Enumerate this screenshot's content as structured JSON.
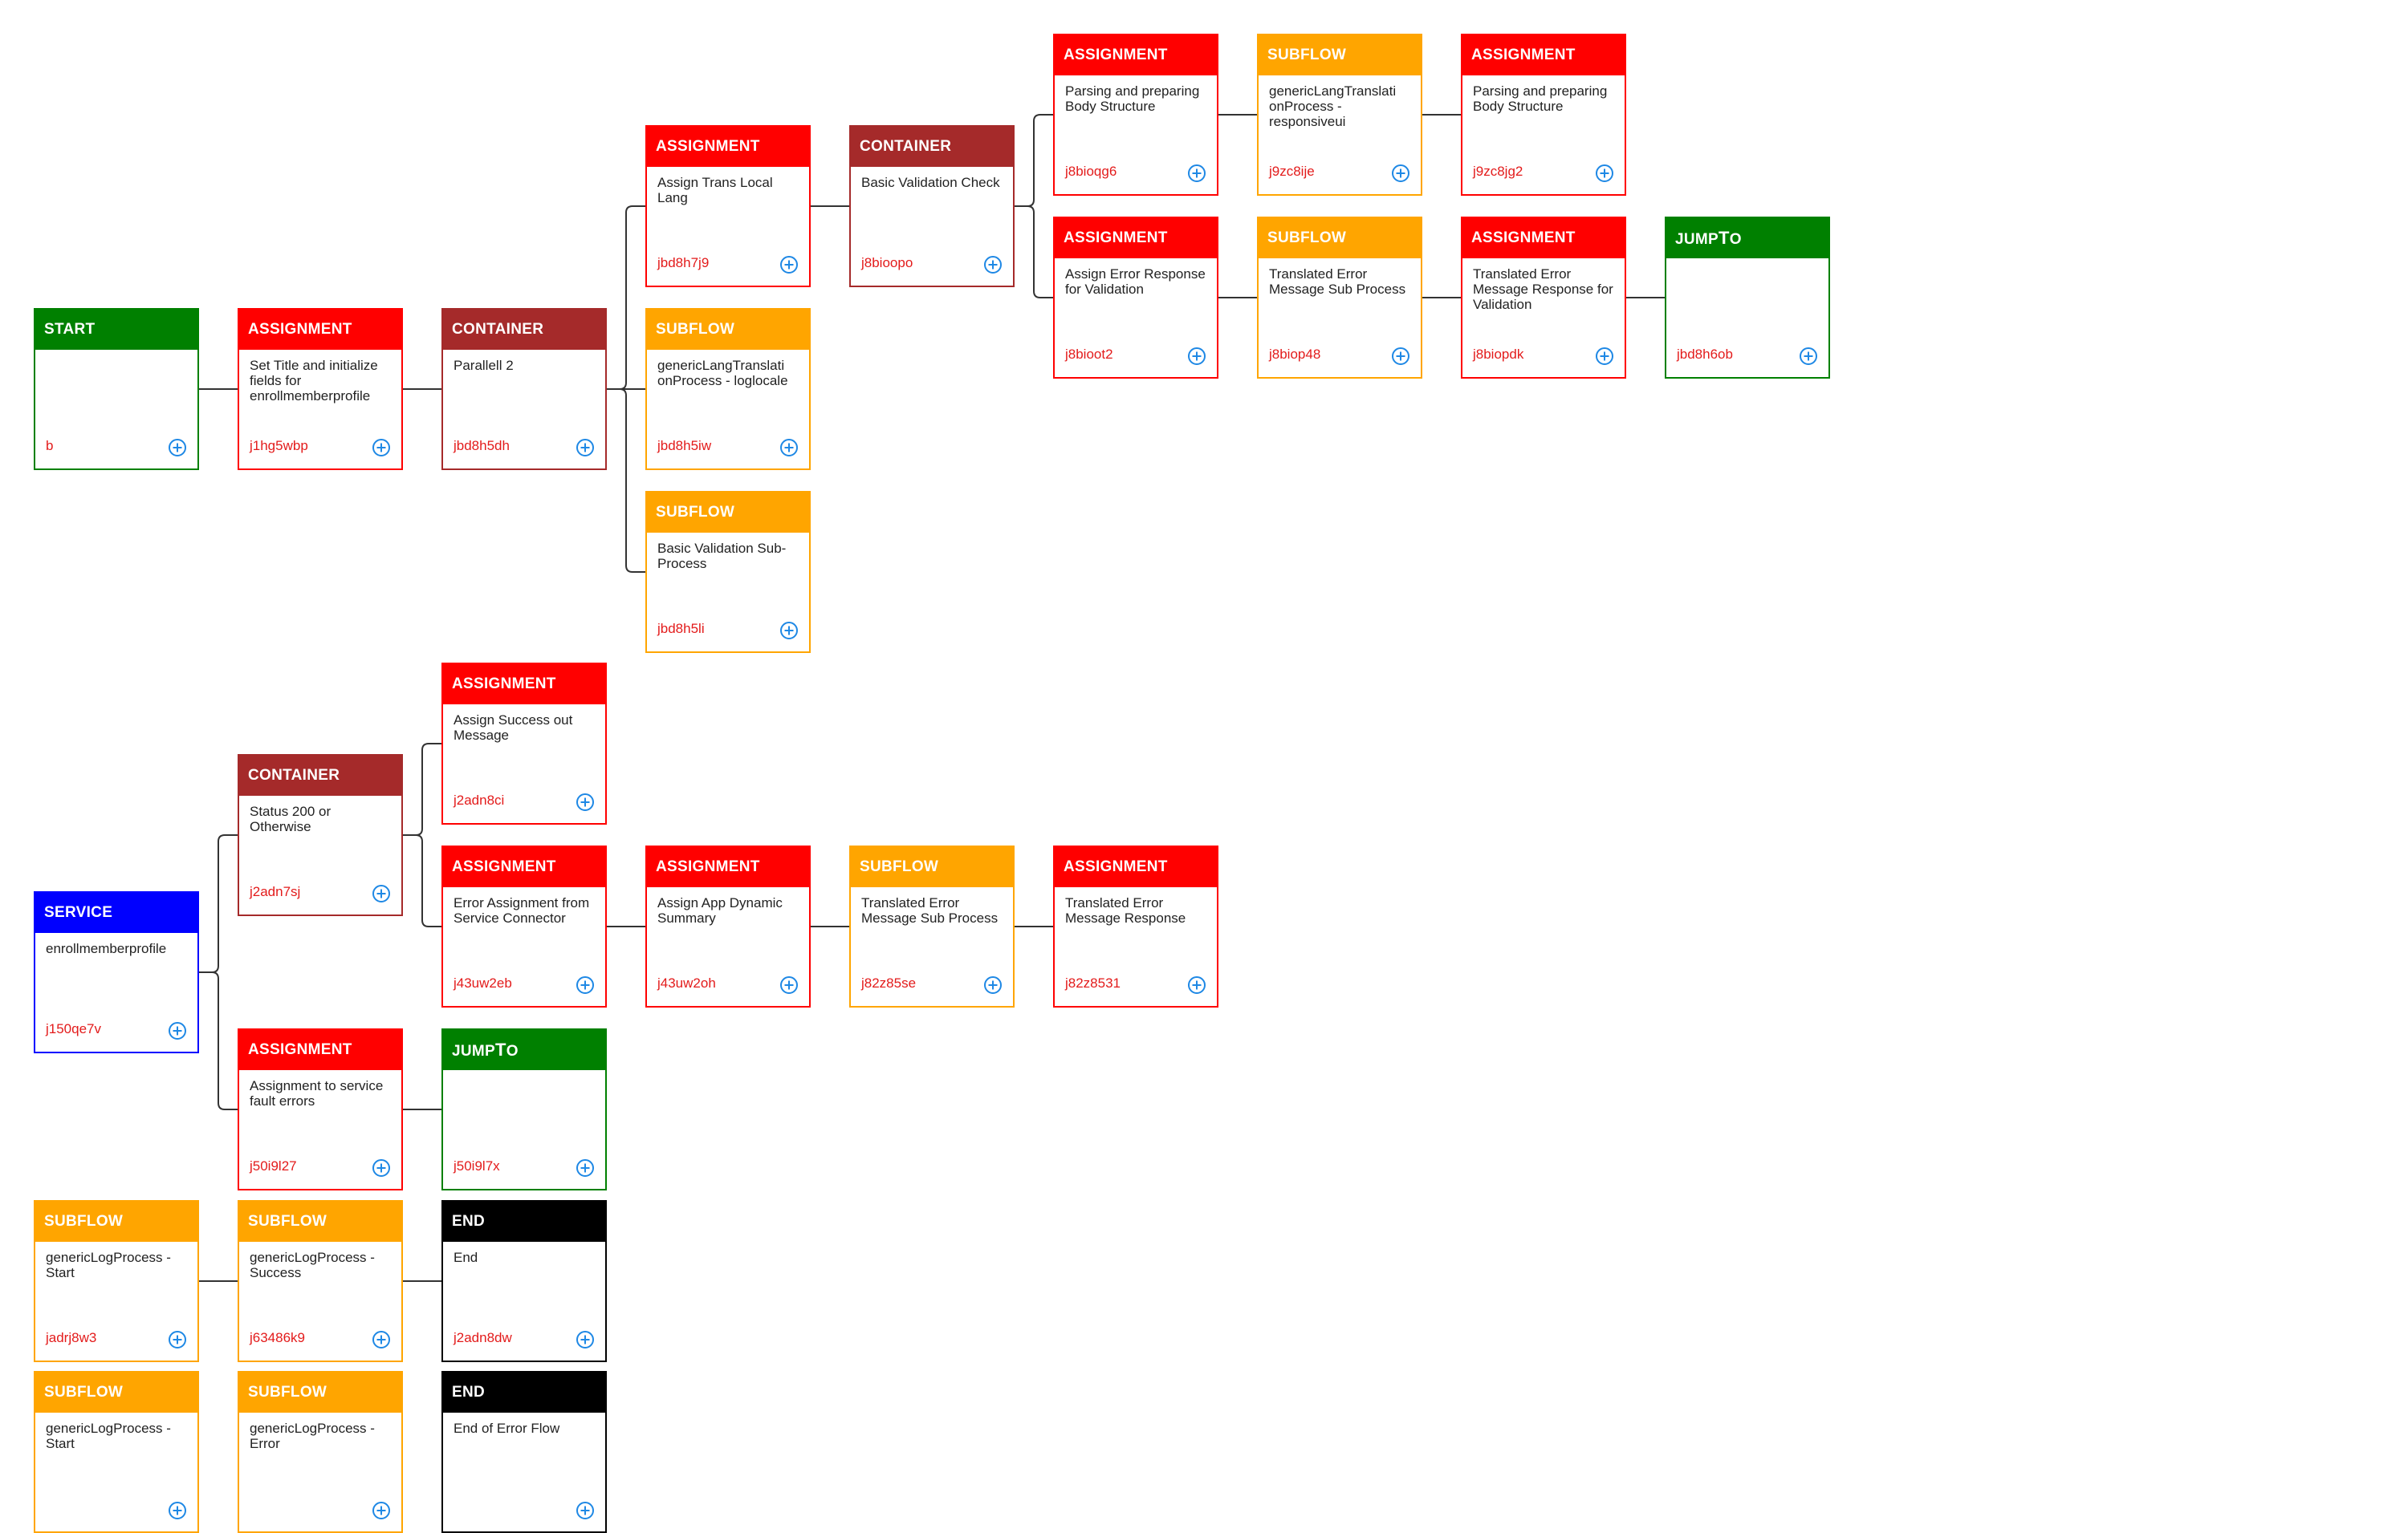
{
  "colors": {
    "assignment": "#ff0000",
    "container": "#a52a2a",
    "subflow": "#ffa500",
    "start": "#008000",
    "jumpto": "#008000",
    "service": "#0000ff",
    "end": "#000000",
    "node_id": "#e31b1b",
    "add_icon": "#1e88e5",
    "connector": "#333333"
  },
  "icons": {
    "add": "plus-circle-icon"
  },
  "nodes": [
    {
      "key": "n_start",
      "type": "start",
      "header": "START",
      "label": "",
      "id": "b"
    },
    {
      "key": "n_j1hg5wbp",
      "type": "assignment",
      "header": "ASSIGNMENT",
      "label": "Set Title and initialize fields for enrollmemberprofile",
      "id": "j1hg5wbp"
    },
    {
      "key": "n_jbd8h5dh",
      "type": "container",
      "header": "CONTAINER",
      "label": "Parallell 2",
      "id": "jbd8h5dh"
    },
    {
      "key": "n_jbd8h7j9",
      "type": "assignment",
      "header": "ASSIGNMENT",
      "label": "Assign Trans Local Lang",
      "id": "jbd8h7j9"
    },
    {
      "key": "n_jbd8h5iw",
      "type": "subflow",
      "header": "SUBFLOW",
      "label": "genericLangTranslati onProcess - loglocale",
      "id": "jbd8h5iw"
    },
    {
      "key": "n_jbd8h5li",
      "type": "subflow",
      "header": "SUBFLOW",
      "label": "Basic Validation Sub-Process",
      "id": "jbd8h5li"
    },
    {
      "key": "n_j8bioopo",
      "type": "container",
      "header": "CONTAINER",
      "label": "Basic Validation Check",
      "id": "j8bioopo"
    },
    {
      "key": "n_j8bioqg6",
      "type": "assignment",
      "header": "ASSIGNMENT",
      "label": "Parsing and preparing Body Structure",
      "id": "j8bioqg6"
    },
    {
      "key": "n_j9zc8ije",
      "type": "subflow",
      "header": "SUBFLOW",
      "label": "genericLangTranslati onProcess - responsiveui",
      "id": "j9zc8ije"
    },
    {
      "key": "n_j9zc8jg2",
      "type": "assignment",
      "header": "ASSIGNMENT",
      "label": "Parsing and preparing Body Structure",
      "id": "j9zc8jg2"
    },
    {
      "key": "n_j8bioot2",
      "type": "assignment",
      "header": "ASSIGNMENT",
      "label": "Assign Error Response for Validation",
      "id": "j8bioot2"
    },
    {
      "key": "n_j8biop48",
      "type": "subflow",
      "header": "SUBFLOW",
      "label": "Translated Error Message Sub Process",
      "id": "j8biop48"
    },
    {
      "key": "n_j8biopdk",
      "type": "assignment",
      "header": "ASSIGNMENT",
      "label": "Translated Error Message Response for Validation",
      "id": "j8biopdk"
    },
    {
      "key": "n_jbd8h6ob",
      "type": "jumpto",
      "header": "JUMPTO",
      "label": "",
      "id": "jbd8h6ob"
    },
    {
      "key": "n_j2adn8ci",
      "type": "assignment",
      "header": "ASSIGNMENT",
      "label": "Assign Success out Message",
      "id": "j2adn8ci"
    },
    {
      "key": "n_j2adn7sj",
      "type": "container",
      "header": "CONTAINER",
      "label": "Status 200 or Otherwise",
      "id": "j2adn7sj"
    },
    {
      "key": "n_j150qe7v",
      "type": "service",
      "header": "SERVICE",
      "label": "enrollmemberprofile",
      "id": "j150qe7v"
    },
    {
      "key": "n_j43uw2eb",
      "type": "assignment",
      "header": "ASSIGNMENT",
      "label": "Error Assignment from Service Connector",
      "id": "j43uw2eb"
    },
    {
      "key": "n_j43uw2oh",
      "type": "assignment",
      "header": "ASSIGNMENT",
      "label": "Assign App Dynamic Summary",
      "id": "j43uw2oh"
    },
    {
      "key": "n_j82z85se",
      "type": "subflow",
      "header": "SUBFLOW",
      "label": "Translated Error Message Sub Process",
      "id": "j82z85se"
    },
    {
      "key": "n_j82z8531",
      "type": "assignment",
      "header": "ASSIGNMENT",
      "label": "Translated Error Message Response",
      "id": "j82z8531"
    },
    {
      "key": "n_j50i9l27",
      "type": "assignment",
      "header": "ASSIGNMENT",
      "label": "Assignment to service fault errors",
      "id": "j50i9l27"
    },
    {
      "key": "n_j50i9l7x",
      "type": "jumpto",
      "header": "JUMPTO",
      "label": "",
      "id": "j50i9l7x"
    },
    {
      "key": "n_jadrj8w3",
      "type": "subflow",
      "header": "SUBFLOW",
      "label": "genericLogProcess - Start",
      "id": "jadrj8w3"
    },
    {
      "key": "n_j63486k9",
      "type": "subflow",
      "header": "SUBFLOW",
      "label": "genericLogProcess - Success",
      "id": "j63486k9"
    },
    {
      "key": "n_j2adn8dw",
      "type": "end",
      "header": "END",
      "label": "End",
      "id": "j2adn8dw"
    },
    {
      "key": "n_start2",
      "type": "subflow",
      "header": "SUBFLOW",
      "label": "genericLogProcess - Start",
      "id": ""
    },
    {
      "key": "n_error",
      "type": "subflow",
      "header": "SUBFLOW",
      "label": "genericLogProcess - Error",
      "id": ""
    },
    {
      "key": "n_enderr",
      "type": "end",
      "header": "END",
      "label": "End of Error Flow",
      "id": ""
    }
  ]
}
